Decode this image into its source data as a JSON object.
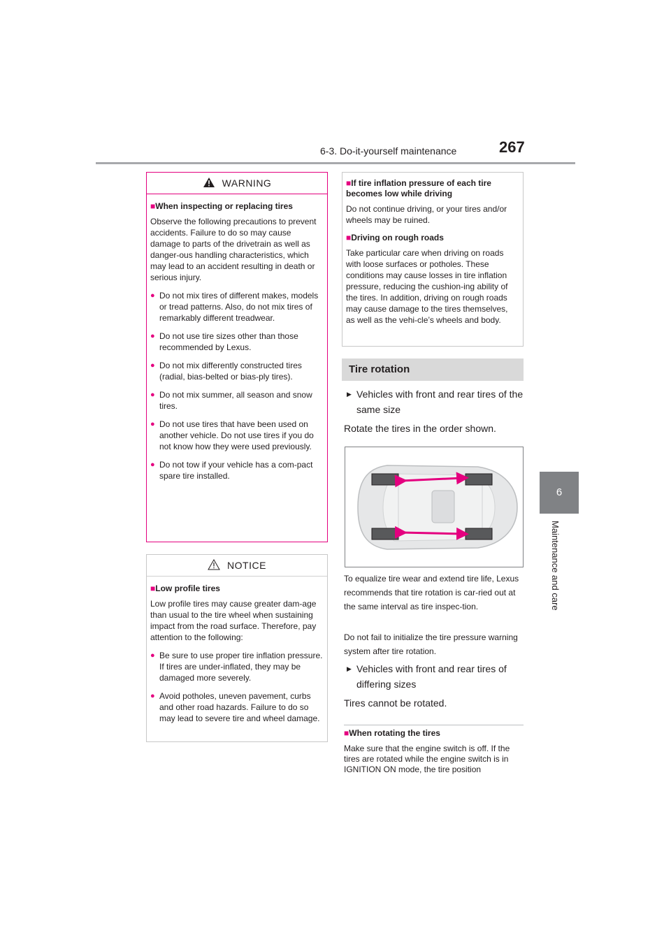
{
  "header": {
    "section": "6-3. Do-it-yourself maintenance",
    "page_number": "267"
  },
  "side_tab": {
    "number": "6",
    "label": "Maintenance and care"
  },
  "warning": {
    "title": "WARNING",
    "heading": "When inspecting or replacing tires",
    "intro": "Observe the following precautions to prevent accidents. Failure to do so may cause damage to parts of the drivetrain as well as danger-ous handling characteristics, which may lead to an accident resulting in death or serious injury.",
    "bullets": [
      "Do not mix tires of different makes, models or tread patterns. Also, do not mix tires of remarkably different treadwear.",
      "Do not use tire sizes other than those recommended by Lexus.",
      "Do not mix differently constructed tires (radial, bias-belted or bias-ply tires).",
      "Do not mix summer, all season and snow tires.",
      "Do not use tires that have been used on another vehicle. Do not use tires if you do not know how they were used previously.",
      "Do not tow if your vehicle has a com-pact spare tire installed."
    ]
  },
  "notice": {
    "title": "NOTICE",
    "heading": "Low profile tires",
    "intro": "Low profile tires may cause greater dam-age than usual to the tire wheel when sustaining impact from the road surface. Therefore, pay attention to the following:",
    "bullets": [
      "Be sure to use proper tire inflation pressure. If tires are under-inflated, they may be damaged more severely.",
      "Avoid potholes, uneven pavement, curbs and other road hazards. Failure to do so may lead to severe tire and wheel damage."
    ]
  },
  "info_box": {
    "heading1": "If tire inflation pressure of each tire becomes low while driving",
    "text1": "Do not continue driving, or your tires and/or wheels may be ruined.",
    "heading2": "Driving on rough roads",
    "text2": "Take particular care when driving on roads with loose surfaces or potholes. These conditions may cause losses in tire inflation pressure, reducing the cushion-ing ability of the tires. In addition, driving on rough roads may cause damage to the tires themselves, as well as the vehi-cle’s wheels and body."
  },
  "rotation": {
    "section_title": "Tire rotation",
    "case1": "Vehicles with front and rear tires of the same size",
    "instruction": "Rotate the tires in the order shown.",
    "note1": "To equalize tire wear and extend tire life, Lexus recommends that tire rotation is car-ried out at the same interval as tire inspec-tion.",
    "note2": "Do not fail to initialize the tire pressure warning system after tire rotation.",
    "case2": "Vehicles with front and rear tires of differing sizes",
    "result2": "Tires cannot be rotated.",
    "bottom_heading": "When rotating the tires",
    "bottom_text": "Make sure that the engine switch is off. If the tires are rotated while the engine switch is in IGNITION ON mode, the tire position"
  },
  "colors": {
    "accent": "#e4007f",
    "tab": "#808285",
    "section_bar": "#d9d9d9"
  }
}
